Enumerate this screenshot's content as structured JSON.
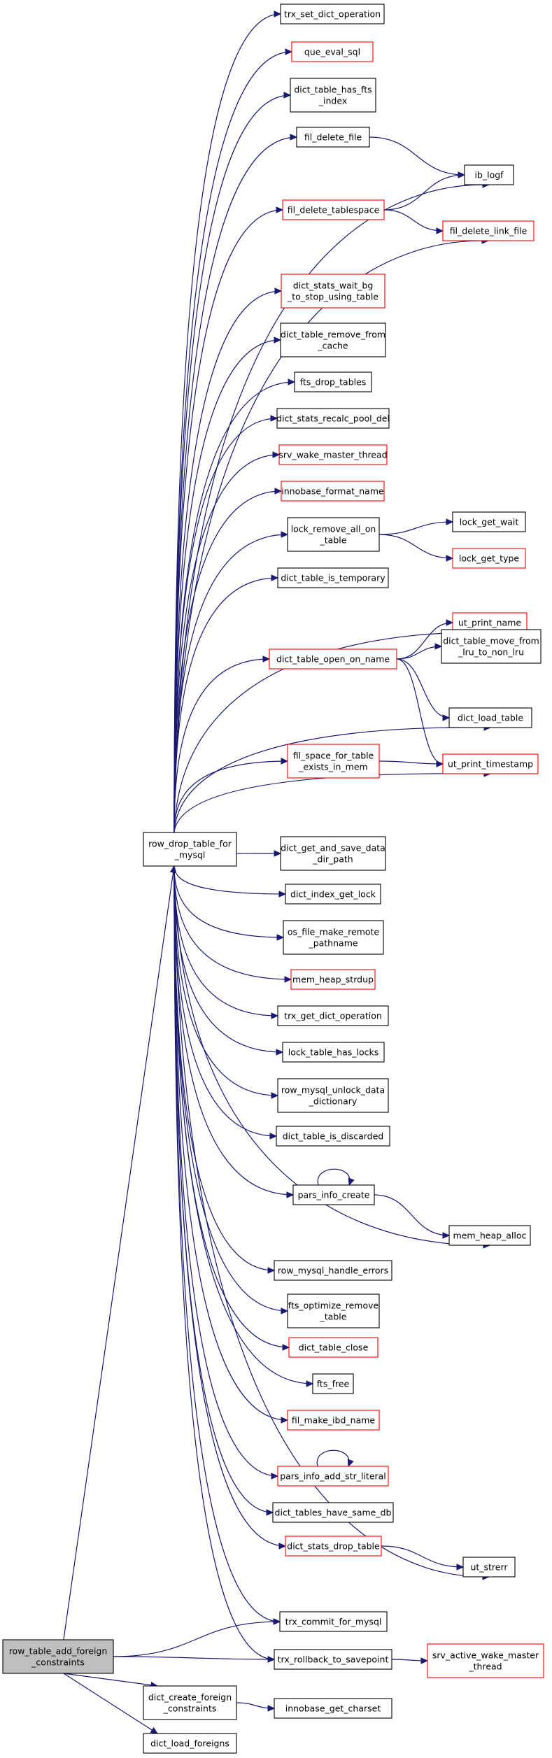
{
  "nodes": [
    {
      "id": "root",
      "lines": [
        "row_table_add_foreign",
        "_constraints"
      ],
      "style": "root"
    },
    {
      "id": "rdt",
      "lines": [
        "row_drop_table_for",
        "_mysql"
      ],
      "style": "black"
    },
    {
      "id": "trx_set",
      "lines": [
        "trx_set_dict_operation"
      ],
      "style": "black"
    },
    {
      "id": "que_eval",
      "lines": [
        "que_eval_sql"
      ],
      "style": "red"
    },
    {
      "id": "has_fts",
      "lines": [
        "dict_table_has_fts",
        "_index"
      ],
      "style": "black"
    },
    {
      "id": "fil_del_file",
      "lines": [
        "fil_delete_file"
      ],
      "style": "black"
    },
    {
      "id": "ib_logf",
      "lines": [
        "ib_logf"
      ],
      "style": "black"
    },
    {
      "id": "fil_del_ts",
      "lines": [
        "fil_delete_tablespace"
      ],
      "style": "red"
    },
    {
      "id": "fil_del_link",
      "lines": [
        "fil_delete_link_file"
      ],
      "style": "red"
    },
    {
      "id": "stats_wait",
      "lines": [
        "dict_stats_wait_bg",
        "_to_stop_using_table"
      ],
      "style": "red"
    },
    {
      "id": "tbl_rm_cache",
      "lines": [
        "dict_table_remove_from",
        "_cache"
      ],
      "style": "black"
    },
    {
      "id": "fts_drop",
      "lines": [
        "fts_drop_tables"
      ],
      "style": "black"
    },
    {
      "id": "recalc",
      "lines": [
        "dict_stats_recalc_pool_del"
      ],
      "style": "black"
    },
    {
      "id": "srv_wake",
      "lines": [
        "srv_wake_master_thread"
      ],
      "style": "red"
    },
    {
      "id": "innobase_fmt",
      "lines": [
        "innobase_format_name"
      ],
      "style": "red"
    },
    {
      "id": "lock_rm",
      "lines": [
        "lock_remove_all_on",
        "_table"
      ],
      "style": "black"
    },
    {
      "id": "lock_wait",
      "lines": [
        "lock_get_wait"
      ],
      "style": "black"
    },
    {
      "id": "lock_type",
      "lines": [
        "lock_get_type"
      ],
      "style": "red"
    },
    {
      "id": "is_temp",
      "lines": [
        "dict_table_is_temporary"
      ],
      "style": "black"
    },
    {
      "id": "ut_print_name",
      "lines": [
        "ut_print_name"
      ],
      "style": "red"
    },
    {
      "id": "open_on_name",
      "lines": [
        "dict_table_open_on_name"
      ],
      "style": "red"
    },
    {
      "id": "move_lru",
      "lines": [
        "dict_table_move_from",
        "_lru_to_non_lru"
      ],
      "style": "black"
    },
    {
      "id": "load_table",
      "lines": [
        "dict_load_table"
      ],
      "style": "black"
    },
    {
      "id": "fil_space",
      "lines": [
        "fil_space_for_table",
        "_exists_in_mem"
      ],
      "style": "red"
    },
    {
      "id": "ut_ts",
      "lines": [
        "ut_print_timestamp"
      ],
      "style": "red"
    },
    {
      "id": "get_save",
      "lines": [
        "dict_get_and_save_data",
        "_dir_path"
      ],
      "style": "black"
    },
    {
      "id": "idx_lock",
      "lines": [
        "dict_index_get_lock"
      ],
      "style": "black"
    },
    {
      "id": "os_file",
      "lines": [
        "os_file_make_remote",
        "_pathname"
      ],
      "style": "black"
    },
    {
      "id": "heap_strdup",
      "lines": [
        "mem_heap_strdup"
      ],
      "style": "red"
    },
    {
      "id": "trx_get",
      "lines": [
        "trx_get_dict_operation"
      ],
      "style": "black"
    },
    {
      "id": "lock_has",
      "lines": [
        "lock_table_has_locks"
      ],
      "style": "black"
    },
    {
      "id": "unlock_dd",
      "lines": [
        "row_mysql_unlock_data",
        "_dictionary"
      ],
      "style": "black"
    },
    {
      "id": "discarded",
      "lines": [
        "dict_table_is_discarded"
      ],
      "style": "black"
    },
    {
      "id": "pars_create",
      "lines": [
        "pars_info_create"
      ],
      "style": "black"
    },
    {
      "id": "heap_alloc",
      "lines": [
        "mem_heap_alloc"
      ],
      "style": "black"
    },
    {
      "id": "handle_err",
      "lines": [
        "row_mysql_handle_errors"
      ],
      "style": "black"
    },
    {
      "id": "fts_opt",
      "lines": [
        "fts_optimize_remove",
        "_table"
      ],
      "style": "black"
    },
    {
      "id": "tbl_close",
      "lines": [
        "dict_table_close"
      ],
      "style": "red"
    },
    {
      "id": "fts_free",
      "lines": [
        "fts_free"
      ],
      "style": "black"
    },
    {
      "id": "ibd_name",
      "lines": [
        "fil_make_ibd_name"
      ],
      "style": "red"
    },
    {
      "id": "pars_lit",
      "lines": [
        "pars_info_add_str_literal"
      ],
      "style": "red"
    },
    {
      "id": "same_db",
      "lines": [
        "dict_tables_have_same_db"
      ],
      "style": "black"
    },
    {
      "id": "stats_drop",
      "lines": [
        "dict_stats_drop_table"
      ],
      "style": "red"
    },
    {
      "id": "ut_strerr",
      "lines": [
        "ut_strerr"
      ],
      "style": "black"
    },
    {
      "id": "trx_commit",
      "lines": [
        "trx_commit_for_mysql"
      ],
      "style": "black"
    },
    {
      "id": "trx_rollback",
      "lines": [
        "trx_rollback_to_savepoint"
      ],
      "style": "black"
    },
    {
      "id": "srv_active",
      "lines": [
        "srv_active_wake_master",
        "_thread"
      ],
      "style": "red"
    },
    {
      "id": "create_fk",
      "lines": [
        "dict_create_foreign",
        "_constraints"
      ],
      "style": "black"
    },
    {
      "id": "charset",
      "lines": [
        "innobase_get_charset"
      ],
      "style": "black"
    },
    {
      "id": "load_fk",
      "lines": [
        "dict_load_foreigns"
      ],
      "style": "black"
    }
  ],
  "edges": [
    [
      "root",
      "rdt"
    ],
    [
      "root",
      "trx_commit"
    ],
    [
      "root",
      "trx_rollback"
    ],
    [
      "root",
      "create_fk"
    ],
    [
      "root",
      "load_fk"
    ],
    [
      "rdt",
      "trx_set"
    ],
    [
      "rdt",
      "que_eval"
    ],
    [
      "rdt",
      "has_fts"
    ],
    [
      "rdt",
      "fil_del_file"
    ],
    [
      "rdt",
      "ib_logf"
    ],
    [
      "rdt",
      "fil_del_ts"
    ],
    [
      "rdt",
      "fil_del_link"
    ],
    [
      "rdt",
      "stats_wait"
    ],
    [
      "rdt",
      "tbl_rm_cache"
    ],
    [
      "rdt",
      "fts_drop"
    ],
    [
      "rdt",
      "recalc"
    ],
    [
      "rdt",
      "srv_wake"
    ],
    [
      "rdt",
      "innobase_fmt"
    ],
    [
      "rdt",
      "lock_rm"
    ],
    [
      "rdt",
      "is_temp"
    ],
    [
      "rdt",
      "ut_print_name"
    ],
    [
      "rdt",
      "open_on_name"
    ],
    [
      "rdt",
      "load_table"
    ],
    [
      "rdt",
      "fil_space"
    ],
    [
      "rdt",
      "ut_ts"
    ],
    [
      "rdt",
      "get_save"
    ],
    [
      "rdt",
      "idx_lock"
    ],
    [
      "rdt",
      "os_file"
    ],
    [
      "rdt",
      "heap_strdup"
    ],
    [
      "rdt",
      "trx_get"
    ],
    [
      "rdt",
      "lock_has"
    ],
    [
      "rdt",
      "unlock_dd"
    ],
    [
      "rdt",
      "discarded"
    ],
    [
      "rdt",
      "pars_create"
    ],
    [
      "rdt",
      "heap_alloc"
    ],
    [
      "rdt",
      "handle_err"
    ],
    [
      "rdt",
      "fts_opt"
    ],
    [
      "rdt",
      "tbl_close"
    ],
    [
      "rdt",
      "fts_free"
    ],
    [
      "rdt",
      "ibd_name"
    ],
    [
      "rdt",
      "pars_lit"
    ],
    [
      "rdt",
      "same_db"
    ],
    [
      "rdt",
      "stats_drop"
    ],
    [
      "rdt",
      "ut_strerr"
    ],
    [
      "rdt",
      "trx_commit"
    ],
    [
      "rdt",
      "trx_rollback"
    ],
    [
      "fil_del_file",
      "ib_logf"
    ],
    [
      "fil_del_ts",
      "ib_logf"
    ],
    [
      "fil_del_ts",
      "fil_del_link"
    ],
    [
      "lock_rm",
      "lock_wait"
    ],
    [
      "lock_rm",
      "lock_type"
    ],
    [
      "open_on_name",
      "ut_print_name"
    ],
    [
      "open_on_name",
      "move_lru"
    ],
    [
      "open_on_name",
      "load_table"
    ],
    [
      "open_on_name",
      "ut_ts"
    ],
    [
      "fil_space",
      "ut_ts"
    ],
    [
      "pars_create",
      "pars_create"
    ],
    [
      "pars_create",
      "heap_alloc"
    ],
    [
      "pars_lit",
      "pars_lit"
    ],
    [
      "stats_drop",
      "ut_strerr"
    ],
    [
      "trx_rollback",
      "srv_active"
    ],
    [
      "create_fk",
      "charset"
    ]
  ]
}
